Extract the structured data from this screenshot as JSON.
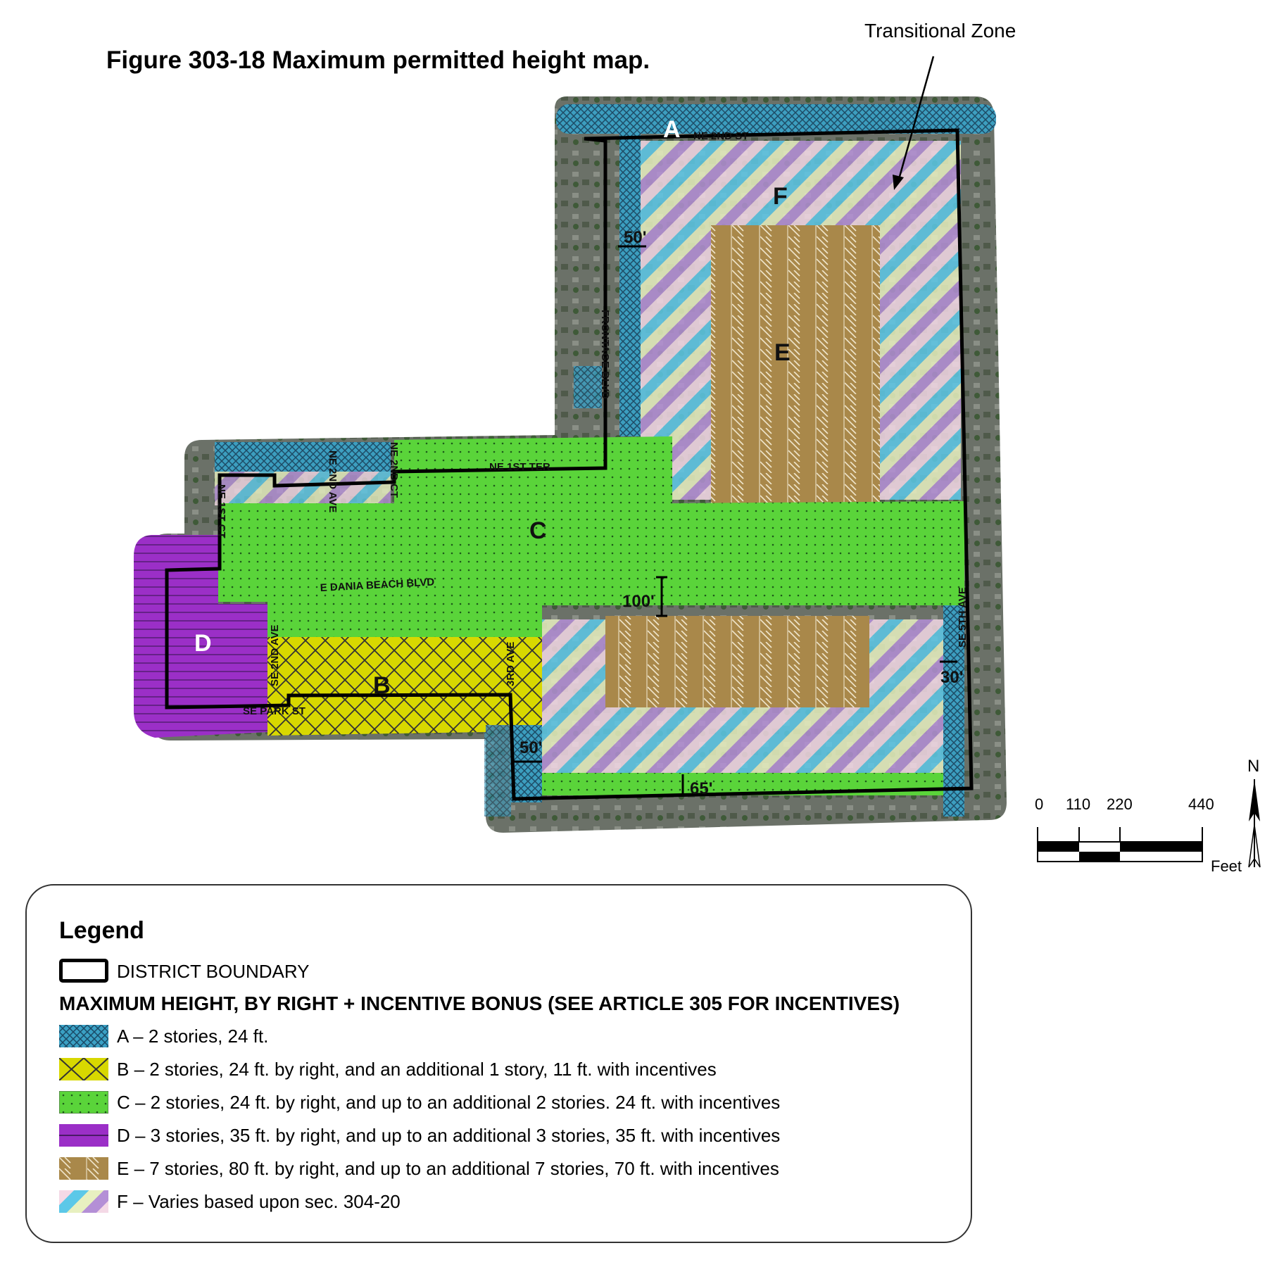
{
  "title": "Figure 303-18 Maximum permitted height map.",
  "transitional_label": "Transitional Zone",
  "zone_labels": {
    "A": "A",
    "B": "B",
    "C": "C",
    "D": "D",
    "E": "E",
    "F": "F"
  },
  "street_labels": {
    "ne_2nd_st": "NE 2ND ST",
    "frontage": "FRONTAGE BLVD",
    "ne_1st_ter": "NE 1ST TER",
    "ne_2nd_ct": "NE 2ND CT",
    "ne_2nd_ave": "NE 2ND AVE",
    "ne_1st_ct": "NE 1ST CT",
    "dania": "E DANIA BEACH BLVD",
    "se_2nd_ave": "SE 2ND AVE",
    "third_ave": "3RD AVE",
    "se_park_st": "SE PARK ST",
    "se_5th_ave": "SE 5TH AVE"
  },
  "dimensions": {
    "d50a": "50'",
    "d100": "100'",
    "d30": "30'",
    "d50b": "50'",
    "d65": "65'"
  },
  "scale": {
    "ticks": [
      "0",
      "110",
      "220",
      "440"
    ],
    "unit": "Feet",
    "north": "N"
  },
  "legend": {
    "title": "Legend",
    "boundary": "DISTRICT BOUNDARY",
    "heading": "MAXIMUM HEIGHT, BY RIGHT + INCENTIVE BONUS (SEE ARTICLE 305 FOR INCENTIVES)",
    "items": [
      {
        "text": "A – 2 stories, 24 ft."
      },
      {
        "text": "B – 2 stories, 24 ft. by right, and an additional 1 story, 11 ft. with incentives"
      },
      {
        "text": "C – 2 stories, 24 ft. by right, and up to an additional 2 stories. 24 ft. with incentives"
      },
      {
        "text": "D – 3 stories, 35 ft. by right, and up to an additional 3 stories, 35 ft. with incentives"
      },
      {
        "text": "E – 7 stories, 80 ft. by right, and up to an additional 7 stories, 70 ft. with incentives"
      },
      {
        "text": "F – Varies based upon sec. 304-20"
      }
    ]
  },
  "colors": {
    "A": "#3aa0c4",
    "B": "#d8d800",
    "C": "#5ad43a",
    "D": "#9b2fc7",
    "E": "#a9884a",
    "F": "#c7b3e6"
  }
}
